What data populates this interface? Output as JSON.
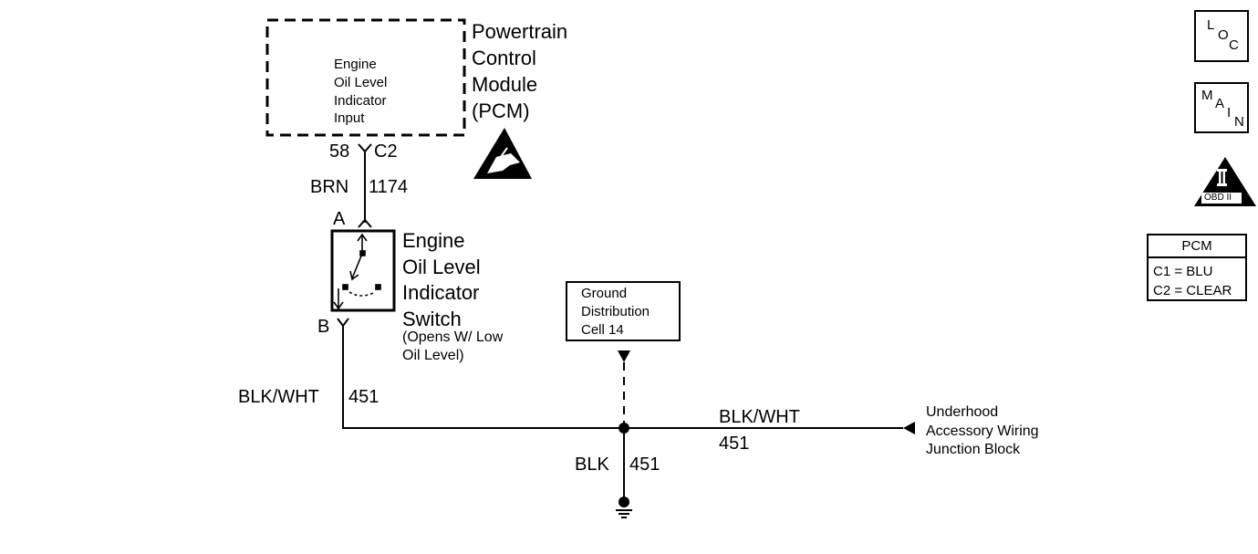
{
  "pcm": {
    "name_lines": [
      "Powertrain",
      "Control",
      "Module",
      "(PCM)"
    ],
    "input_lines": [
      "Engine",
      "Oil Level",
      "Indicator",
      "Input"
    ],
    "pin": "58",
    "connector": "C2"
  },
  "wire_upper": {
    "color": "BRN",
    "circuit": "1174"
  },
  "switch": {
    "terminal_a": "A",
    "terminal_b": "B",
    "name_lines": [
      "Engine",
      "Oil Level",
      "Indicator",
      "Switch"
    ],
    "note_lines": [
      "(Opens W/ Low",
      "Oil Level)"
    ]
  },
  "wire_left": {
    "color": "BLK/WHT",
    "circuit": "451"
  },
  "ground_box_lines": [
    "Ground",
    "Distribution",
    "Cell 14"
  ],
  "wire_right": {
    "color": "BLK/WHT",
    "circuit": "451"
  },
  "junction_lines": [
    "Underhood",
    "Accessory Wiring",
    "Junction Block"
  ],
  "wire_ground": {
    "color": "BLK",
    "circuit": "451"
  },
  "side_badges": {
    "loc": [
      "L",
      "O",
      "C"
    ],
    "main": [
      "M",
      "A",
      "I",
      "N"
    ],
    "obd": {
      "numeral": "II",
      "label": "OBD II"
    }
  },
  "pcm_legend": {
    "title": "PCM",
    "rows": [
      "C1 = BLU",
      "C2 = CLEAR"
    ]
  }
}
